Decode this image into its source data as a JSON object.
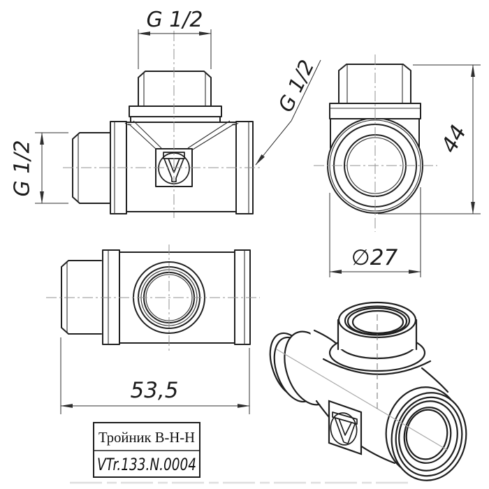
{
  "drawing": {
    "background": "#ffffff",
    "line_color": "#212121",
    "centerline_color": "#909090",
    "dimensions": {
      "top_thread": "G 1/2",
      "left_thread": "G 1/2",
      "right_thread": "G 1/2",
      "height": "44",
      "flange_diameter": "∅27",
      "length": "53,5"
    },
    "title_block": {
      "name": "Тройник В-Н-Н",
      "article": "VTr.133.N.0004"
    },
    "logo_icon": "valtec-v-icon"
  }
}
